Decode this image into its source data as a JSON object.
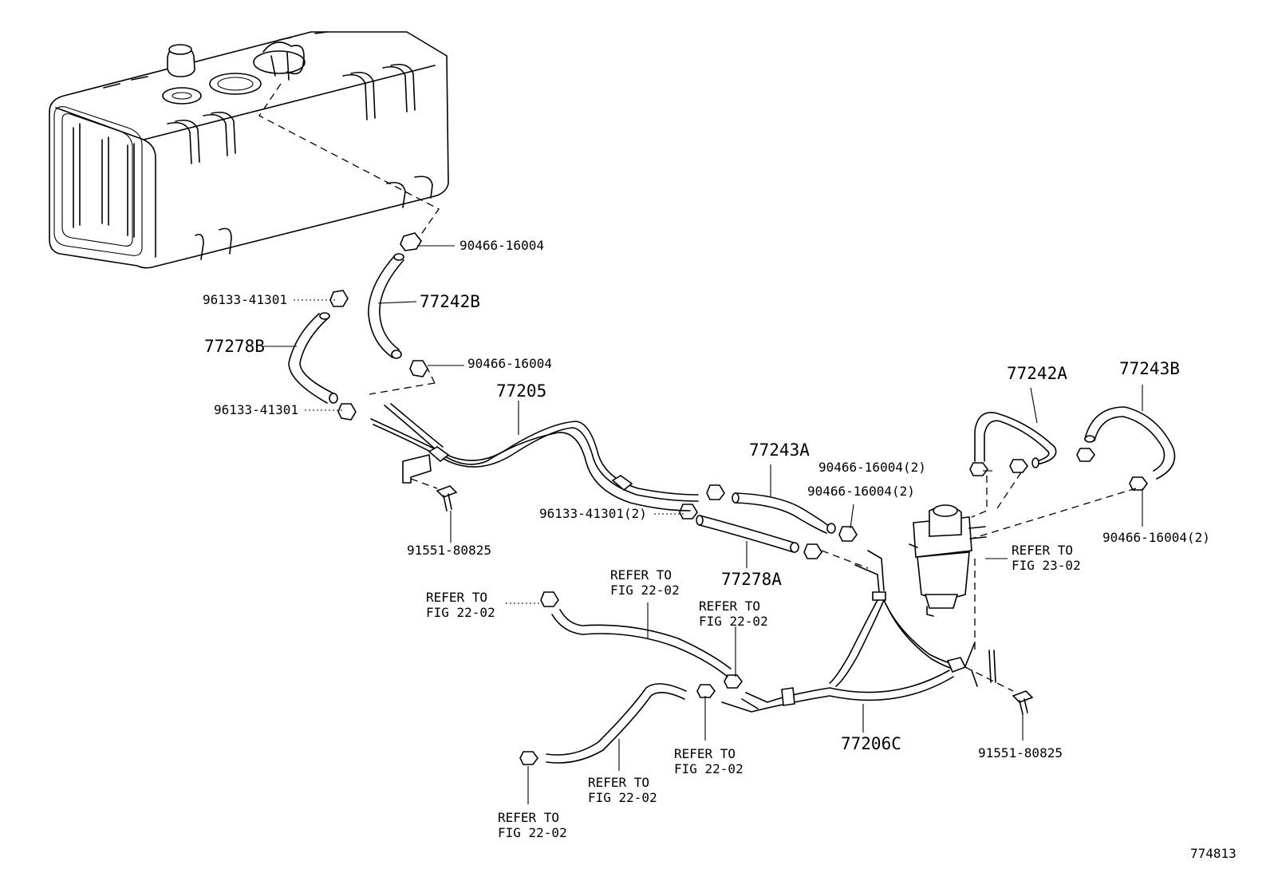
{
  "diagram_id": "774813",
  "labels": {
    "p90466_16004_top": "90466-16004",
    "p77242B": "77242B",
    "p96133_41301_a": "96133-41301",
    "p77278B": "77278B",
    "p90466_16004_mid": "90466-16004",
    "p96133_41301_b": "96133-41301",
    "p77205": "77205",
    "p77242A": "77242A",
    "p77243B": "77243B",
    "p77243A": "77243A",
    "p90466_16004_2a": "90466-16004(2)",
    "p90466_16004_2b": "90466-16004(2)",
    "p96133_41301_2": "96133-41301(2)",
    "p91551_80825_left": "91551-80825",
    "p77278A": "77278A",
    "p90466_16004_2c": "90466-16004(2)",
    "p77206C": "77206C",
    "p91551_80825_right": "91551-80825"
  },
  "refs": {
    "fig23_02": "REFER TO\nFIG 23-02",
    "fig22_02_a": "REFER TO\nFIG 22-02",
    "fig22_02_b": "REFER TO\nFIG 22-02",
    "fig22_02_c": "REFER TO\nFIG 22-02",
    "fig22_02_d": "REFER TO\nFIG 22-02",
    "fig22_02_e": "REFER TO\nFIG 22-02",
    "fig22_02_f": "REFER TO\nFIG 22-02"
  }
}
